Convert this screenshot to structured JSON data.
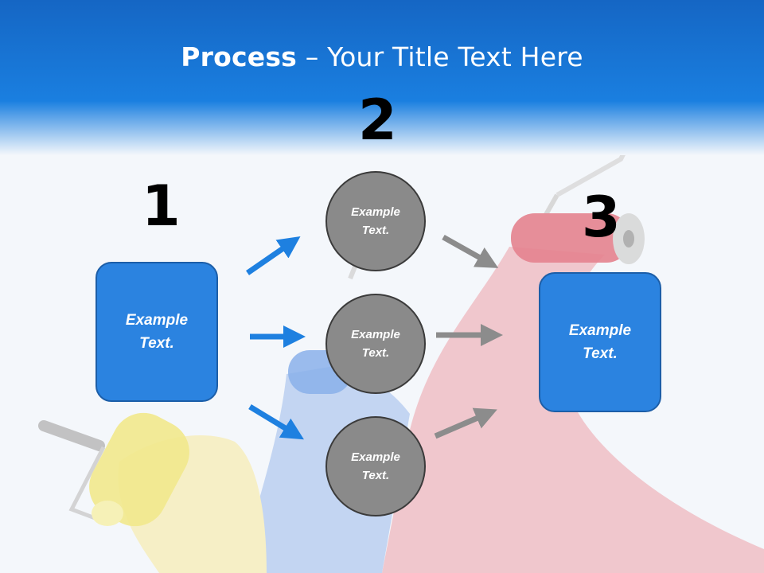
{
  "title": {
    "bold": "Process",
    "rest": " – Your Title Text Here"
  },
  "colors": {
    "header": "#1878d8",
    "box": "#2b83e0",
    "circle": "#8a8a8a",
    "blue_arrow": "#1e80e0",
    "gray_arrow": "#8c8c8c"
  },
  "steps": {
    "one": {
      "number": "1",
      "text_line1": "Example",
      "text_line2": "Text."
    },
    "two": {
      "number": "2"
    },
    "three": {
      "number": "3",
      "text_line1": "Example",
      "text_line2": "Text."
    }
  },
  "circles": [
    {
      "line1": "Example",
      "line2": "Text."
    },
    {
      "line1": "Example",
      "line2": "Text."
    },
    {
      "line1": "Example",
      "line2": "Text."
    }
  ]
}
